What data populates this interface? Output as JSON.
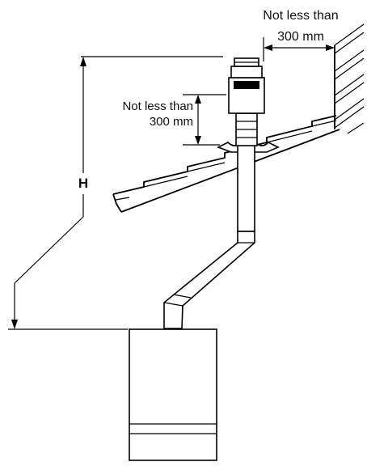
{
  "annotations": {
    "wall_clearance": {
      "line1": "Not less than",
      "line2": "300 mm"
    },
    "vertical_clearance": {
      "line1": "Not less than",
      "line2": "300 mm"
    },
    "height_label": "H"
  },
  "colors": {
    "stroke": "#000000",
    "background": "#ffffff"
  }
}
